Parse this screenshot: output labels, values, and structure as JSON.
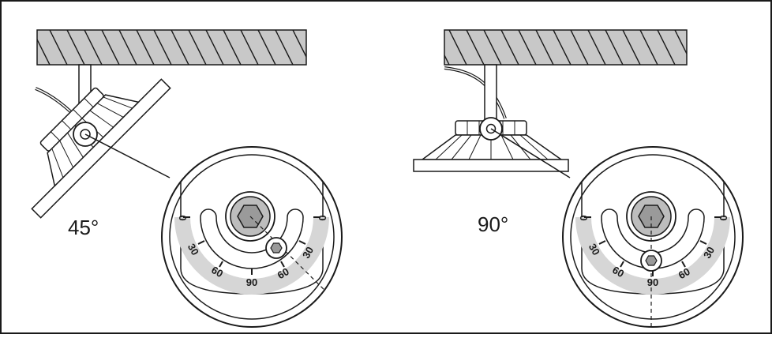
{
  "colors": {
    "stroke": "#1a1a1a",
    "ceiling_fill": "#c8c8c8",
    "fixture_fill": "#ffffff",
    "bezel_fill": "#d9d9d9",
    "bezel_inner": "#bdbdbd",
    "scale_band": "#d6d6d6",
    "hex_fill": "#9a9a9a"
  },
  "panels": [
    {
      "id": "left",
      "angle_label": "45°",
      "scale": {
        "edge_left": "0",
        "edge_right": "0",
        "ticks": [
          "30",
          "60",
          "90",
          "60",
          "30"
        ]
      },
      "indicator_position": "60-right"
    },
    {
      "id": "right",
      "angle_label": "90°",
      "scale": {
        "edge_left": "0",
        "edge_right": "0",
        "ticks": [
          "30",
          "60",
          "90",
          "60",
          "30"
        ]
      },
      "indicator_position": "90"
    }
  ]
}
